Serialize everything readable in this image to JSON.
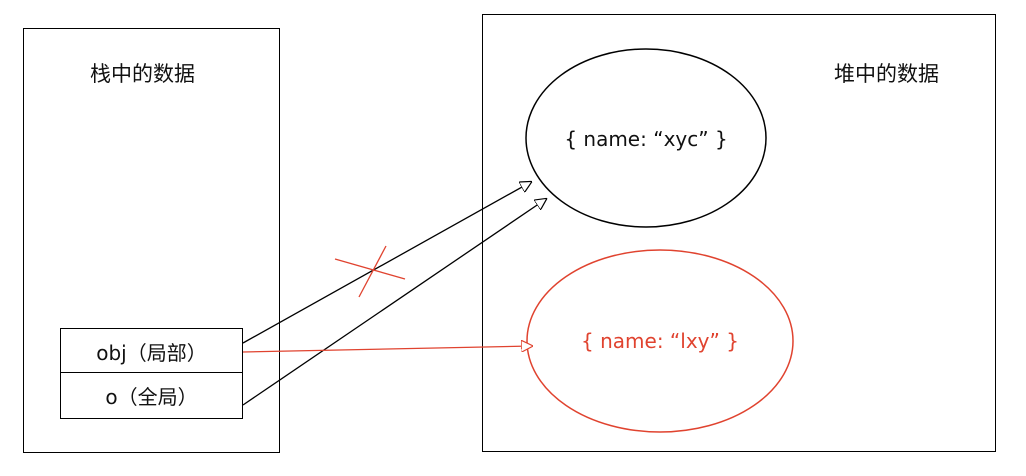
{
  "stack": {
    "title": "栈中的数据",
    "variables": [
      {
        "label": "obj（局部）"
      },
      {
        "label": "o（全局）"
      }
    ]
  },
  "heap": {
    "title": "堆中的数据",
    "objects": [
      {
        "label": "{ name: “xyc” }",
        "color": "#000000"
      },
      {
        "label": "{ name: “lxy” }",
        "color": "#e0432f"
      }
    ]
  },
  "colors": {
    "stroke": "#000000",
    "highlight": "#e0432f"
  }
}
